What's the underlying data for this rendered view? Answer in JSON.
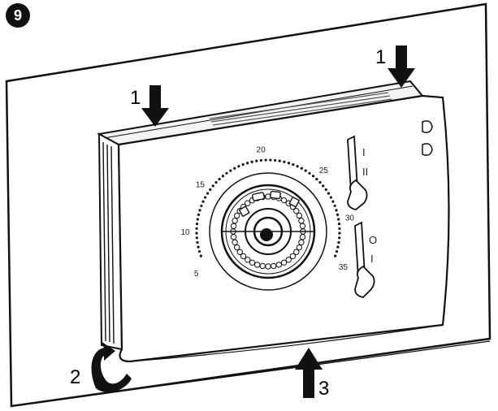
{
  "step_number": "9",
  "callouts": {
    "press_left": "1",
    "press_right": "1",
    "hinge": "2",
    "push_up": "3"
  },
  "dial_scale": [
    "5",
    "10",
    "15",
    "20",
    "25",
    "30",
    "35"
  ],
  "switch_top": {
    "upper": "I",
    "lower": "II"
  },
  "switch_bottom": {
    "upper": "O",
    "lower": "I"
  },
  "colors": {
    "ink": "#111111",
    "paper": "#ffffff",
    "shade": "#e8e8e8"
  }
}
